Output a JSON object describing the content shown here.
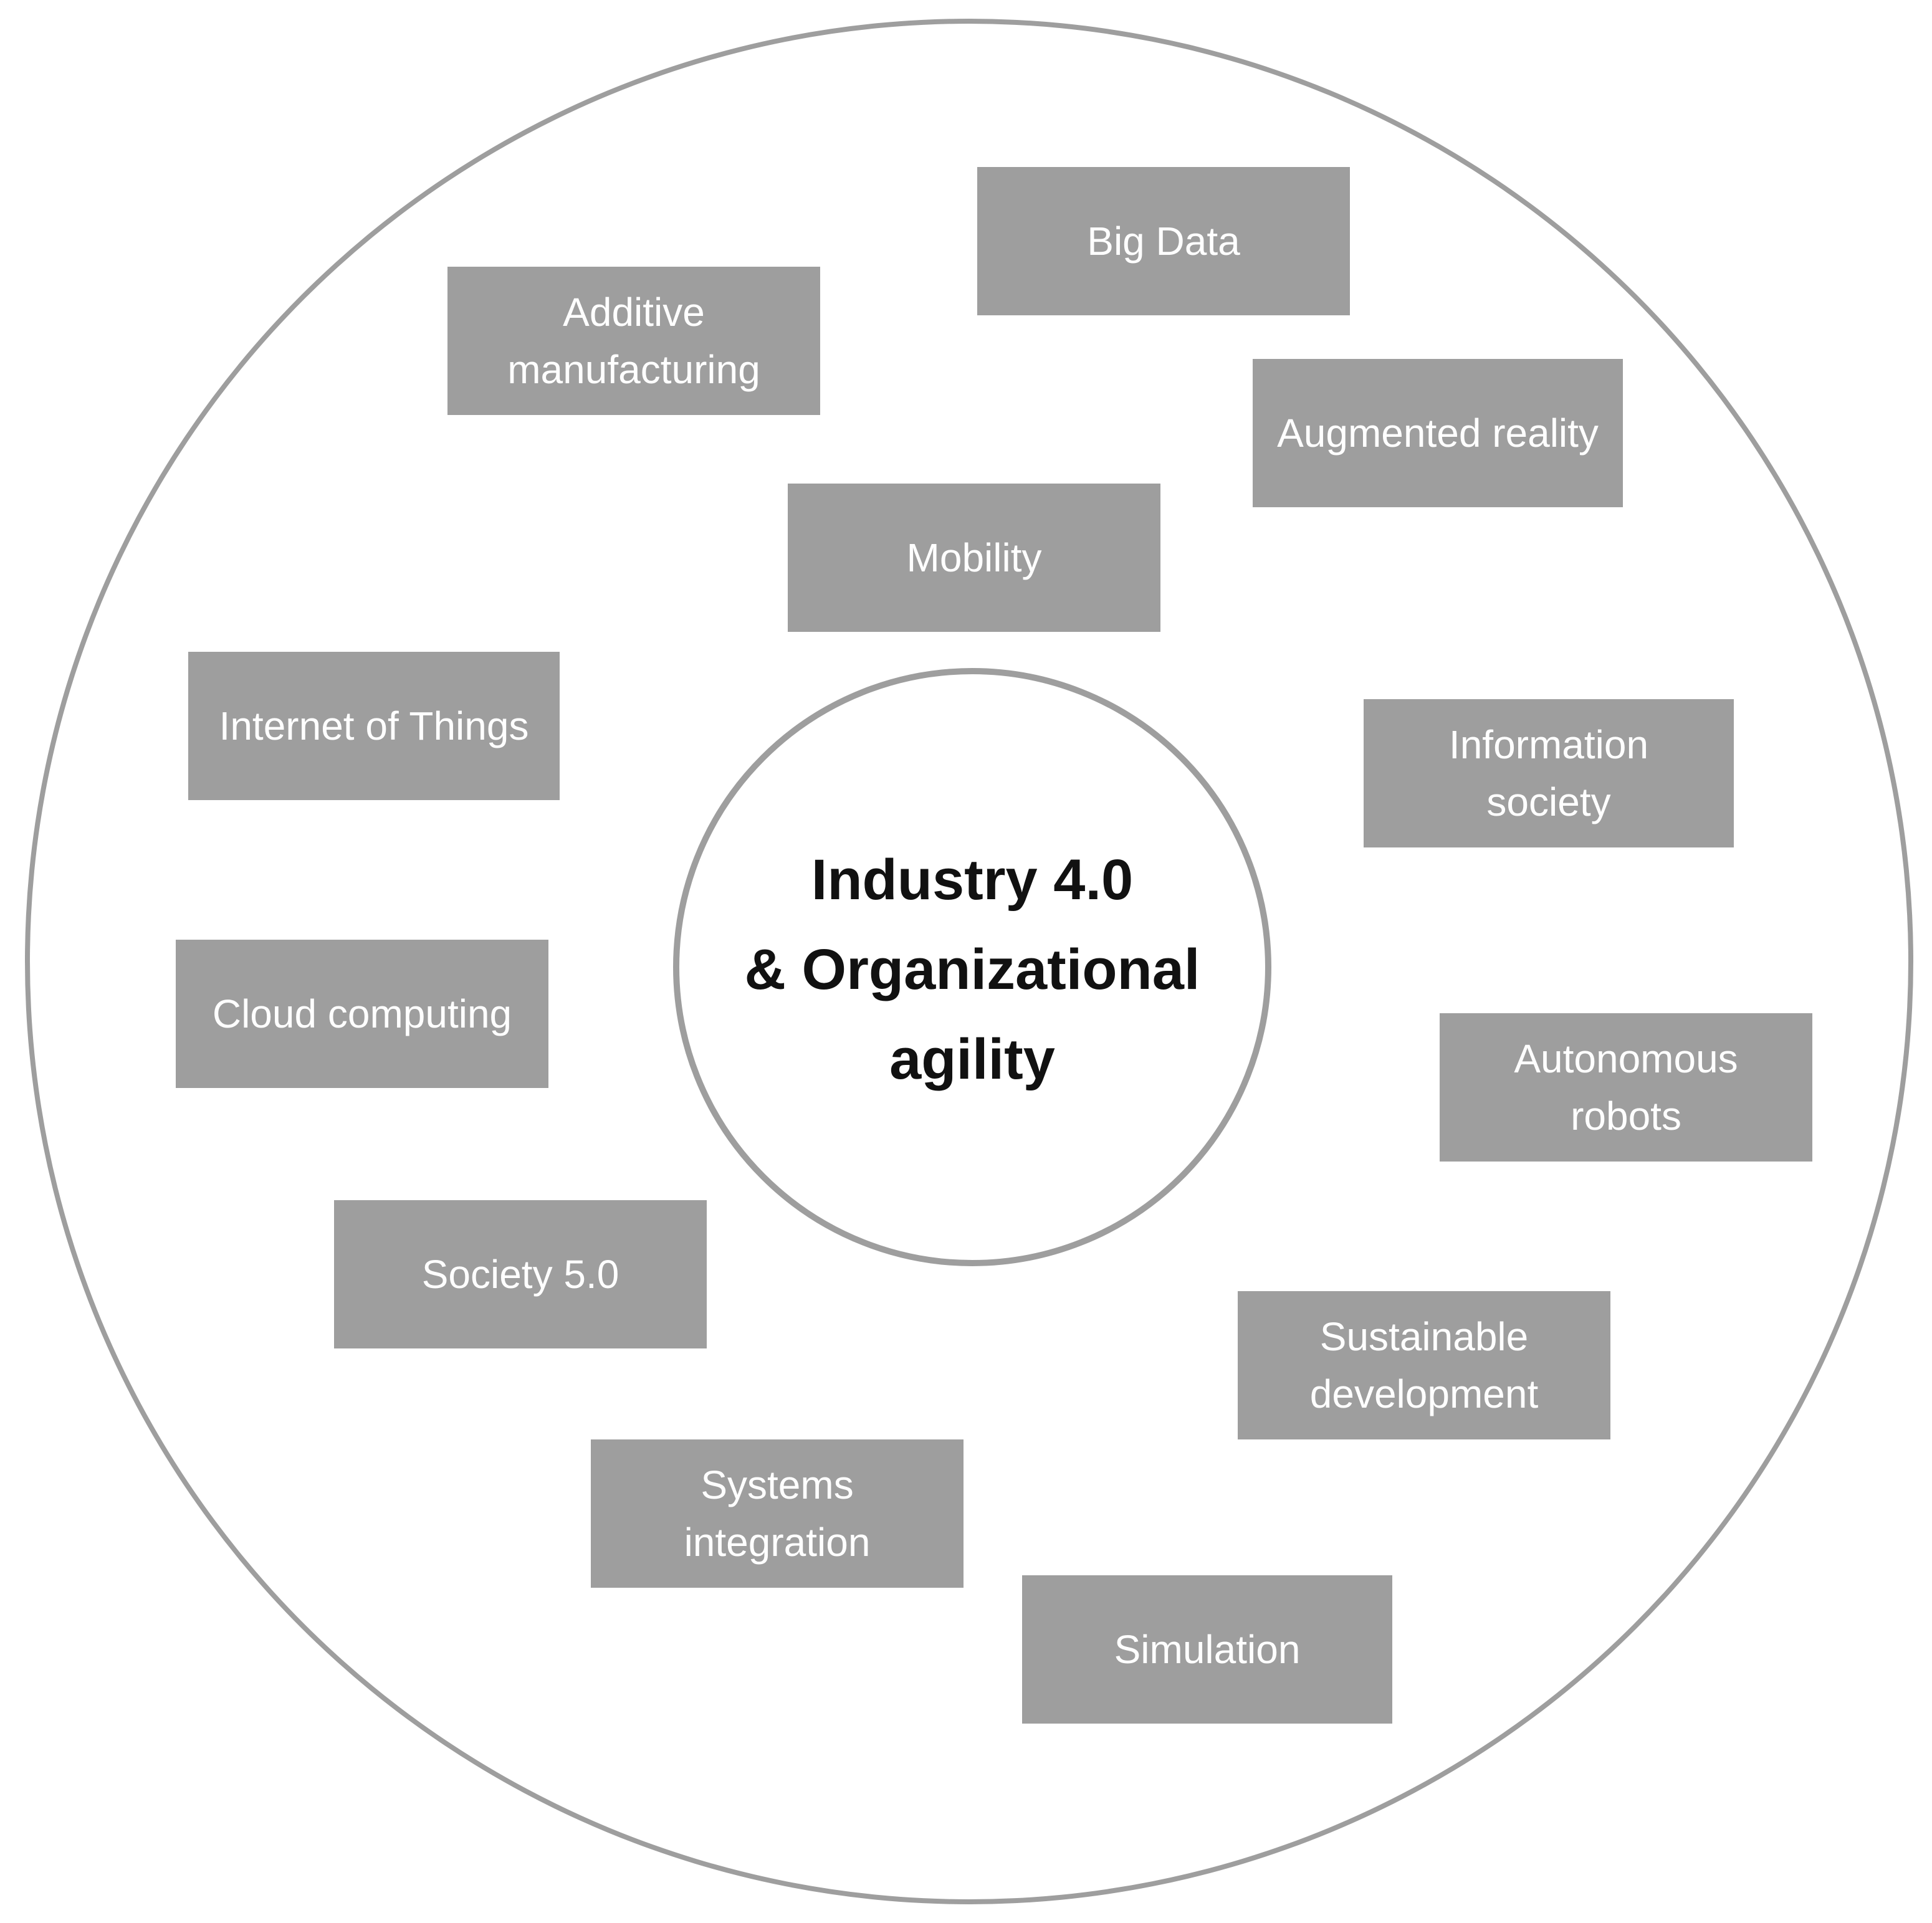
{
  "diagram": {
    "center": {
      "title": "Industry 4.0\n& Organizational\nagility"
    },
    "concepts": [
      {
        "key": "big_data",
        "label": "Big Data"
      },
      {
        "key": "additive_manufacturing",
        "label": "Additive\nmanufacturing"
      },
      {
        "key": "augmented_reality",
        "label": "Augmented reality"
      },
      {
        "key": "mobility",
        "label": "Mobility"
      },
      {
        "key": "internet_of_things",
        "label": "Internet of Things"
      },
      {
        "key": "information_society",
        "label": "Information\nsociety"
      },
      {
        "key": "cloud_computing",
        "label": "Cloud computing"
      },
      {
        "key": "autonomous_robots",
        "label": "Autonomous\nrobots"
      },
      {
        "key": "society_5",
        "label": "Society 5.0"
      },
      {
        "key": "sustainable_development",
        "label": "Sustainable\ndevelopment"
      },
      {
        "key": "systems_integration",
        "label": "Systems\nintegration"
      },
      {
        "key": "simulation",
        "label": "Simulation"
      }
    ],
    "colors": {
      "box_fill": "#9e9e9e",
      "box_text": "#ffffff",
      "ring_stroke": "#9e9e9e",
      "center_text": "#111111",
      "background": "#ffffff"
    }
  }
}
